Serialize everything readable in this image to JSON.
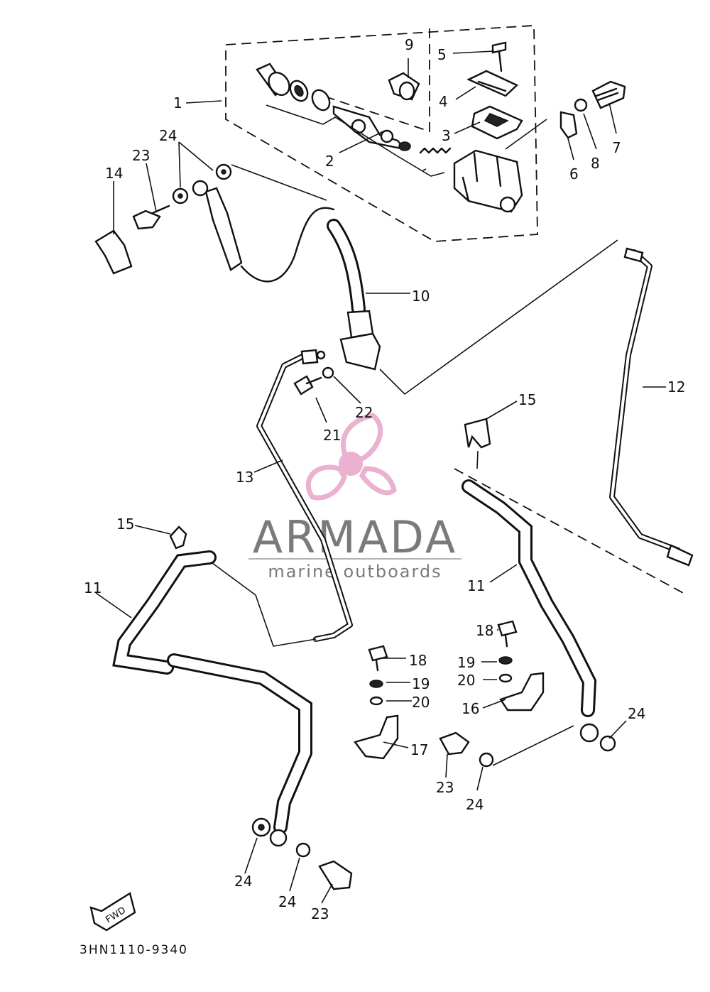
{
  "watermark": {
    "brand": "ARMADA",
    "tagline": "marine outboards",
    "logo_color": "#e8a4c8"
  },
  "footer": {
    "drawing_code": "3HN1110-9340"
  },
  "fwd_arrow": {
    "label": "FWD"
  },
  "callouts": {
    "c1": "1",
    "c2": "2",
    "c3": "3",
    "c4": "4",
    "c5": "5",
    "c6": "6",
    "c7": "7",
    "c8": "8",
    "c9": "9",
    "c10": "10",
    "c11a": "11",
    "c11b": "11",
    "c12": "12",
    "c13": "13",
    "c14": "14",
    "c15a": "15",
    "c15b": "15",
    "c16": "16",
    "c17": "17",
    "c18a": "18",
    "c18b": "18",
    "c19a": "19",
    "c19b": "19",
    "c20a": "20",
    "c20b": "20",
    "c21": "21",
    "c22": "22",
    "c23a": "23",
    "c23b": "23",
    "c23c": "23",
    "c24a": "24",
    "c24b": "24",
    "c24c": "24",
    "c24d": "24",
    "c24e": "24"
  }
}
